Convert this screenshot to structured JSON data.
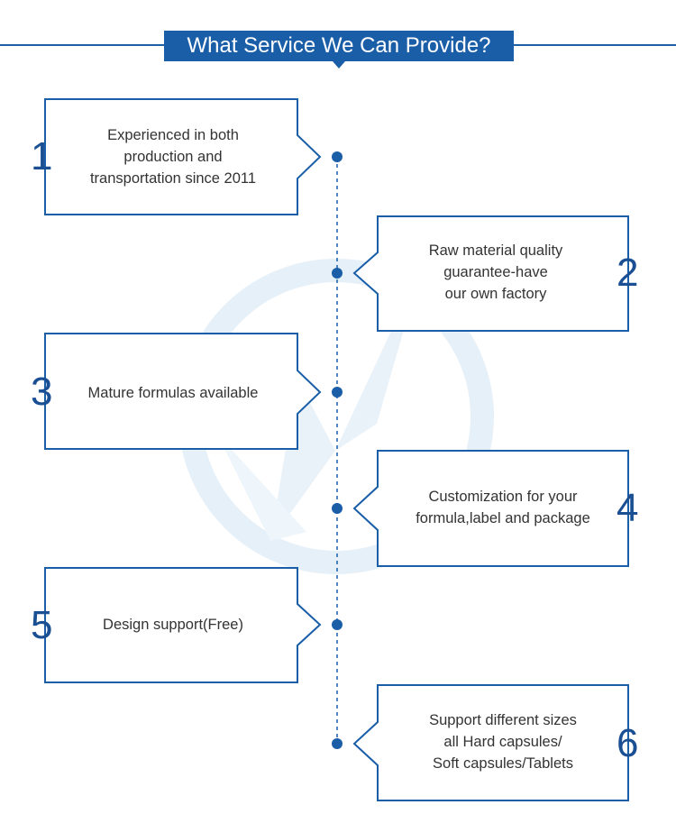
{
  "title": "What Service We Can Provide?",
  "colors": {
    "accent": "#1a5ea8",
    "line": "#1f5fa5",
    "watermark": "#e6f0f8"
  },
  "steps": [
    {
      "number": "1",
      "text": "Experienced in both\nproduction and\ntransportation since 2011"
    },
    {
      "number": "2",
      "text": "Raw material quality\nguarantee-have\nour own factory"
    },
    {
      "number": "3",
      "text": "Mature formulas available"
    },
    {
      "number": "4",
      "text": "Customization for your\nformula,label and package"
    },
    {
      "number": "5",
      "text": "Design support(Free)"
    },
    {
      "number": "6",
      "text": "Support different sizes\nall Hard capsules/\nSoft capsules/Tablets"
    }
  ]
}
